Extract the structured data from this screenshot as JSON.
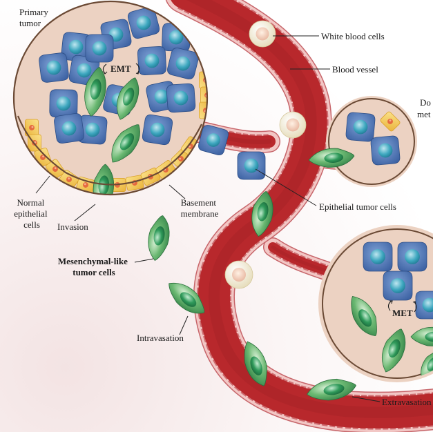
{
  "labels": {
    "primary_tumor": [
      "Primary",
      "tumor"
    ],
    "emt": "EMT",
    "white_blood_cells": "White blood cells",
    "blood_vessel": "Blood vessel",
    "distant_metastasis": [
      "Do",
      "met"
    ],
    "normal_epithelial_cells": [
      "Normal",
      "epithelial",
      "cells"
    ],
    "invasion": "Invasion",
    "basement_membrane": [
      "Basement",
      "membrane"
    ],
    "epithelial_tumor_cells": "Epithelial tumor cells",
    "mesenchymal_like_tumor_cells": [
      "Mesenchymal-like",
      "tumor cells"
    ],
    "intravasation": "Intravasation",
    "met": "MET",
    "extravasation": "Extravasation"
  },
  "colors": {
    "vessel_red": "#b8282c",
    "vessel_wall": "#e8a3a3",
    "tissue": "#ecd2c2",
    "membrane": "#6b4a35",
    "epithelial_blue": "#4f78b8",
    "mesenchymal_green": "#3f9a55",
    "normal_yellow": "#f1c449",
    "white_cell": "#f3ead0"
  }
}
